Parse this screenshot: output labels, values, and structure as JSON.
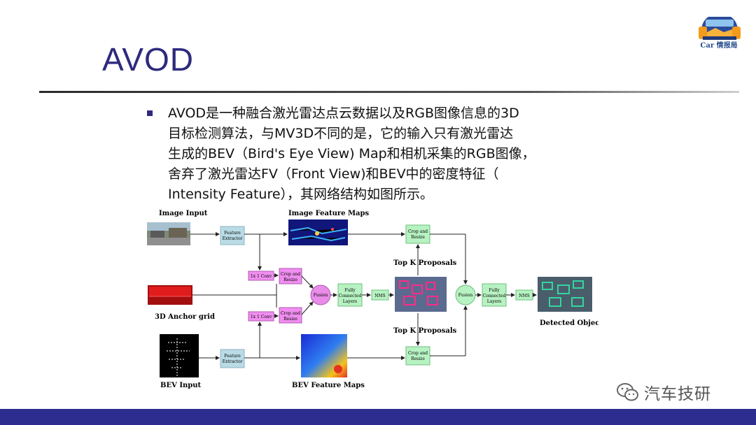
{
  "slide": {
    "title": "AVOD",
    "body_lines": [
      "AVOD是一种融合激光雷达点云数据以及RGB图像信息的3D",
      "目标检测算法，与MV3D不同的是，它的输入只有激光雷达",
      "生成的BEV（Bird's Eye View) Map和相机采集的RGB图像，",
      "舍弃了激光雷达FV（Front View)和BEV中的密度特征（",
      "Intensity Feature），其网络结构如图所示。"
    ]
  },
  "logo": {
    "text": "Car 情报局"
  },
  "watermark": {
    "text": "汽车技研"
  },
  "diagram": {
    "image_input": "Image Input",
    "image_feature_maps": "Image Feature Maps",
    "feature_extractor_l1": "Feature",
    "feature_extractor_l2": "Extractor",
    "conv": "1x 1 Conv",
    "crop_l1": "Crop and",
    "crop_l2": "Resize",
    "fusion": "Fusion",
    "fc_l1": "Fully",
    "fc_l2": "Connected",
    "fc_l3": "Layers",
    "nms": "NMS",
    "top_k": "Top K Proposals",
    "anchor_grid": "3D Anchor grid",
    "bev_input": "BEV Input",
    "bev_feature_maps": "BEV Feature Maps",
    "detected_objects": "Detected Objects"
  },
  "colors": {
    "title": "#2e2a7e",
    "footer": "#2d2c8f",
    "extractor_fill": "#b9dbe6",
    "conv_fill": "#f08ef0",
    "fusion_fill": "#e98be9",
    "fc_fill": "#b7f2c2"
  }
}
